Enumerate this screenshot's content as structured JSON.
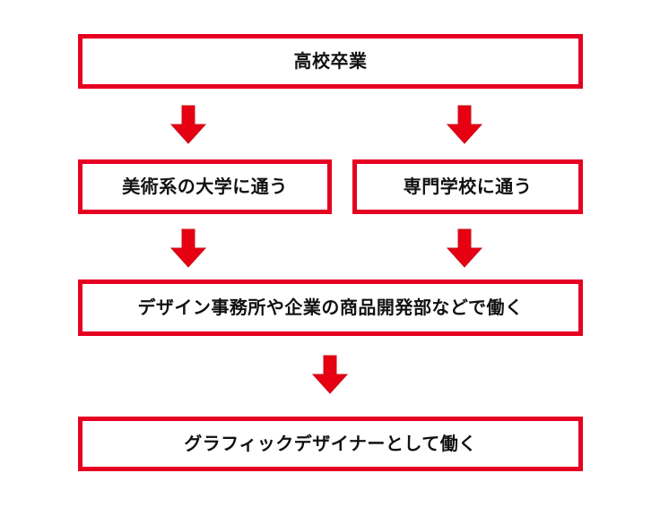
{
  "colors": {
    "page_background": "#ffffff",
    "box_background": "#ffffff",
    "box_border": "#e60021",
    "arrow_fill": "#e60012",
    "arrow_outline": "#c8121c",
    "text": "#111111"
  },
  "flowchart": {
    "nodes": [
      {
        "id": "highschool-graduation",
        "label": "高校卒業"
      },
      {
        "id": "art-university",
        "label": "美術系の大学に通う"
      },
      {
        "id": "vocational-school",
        "label": "専門学校に通う"
      },
      {
        "id": "design-office-work",
        "label": "デザイン事務所や企業の商品開発部などで働く"
      },
      {
        "id": "graphic-designer-work",
        "label": "グラフィックデザイナーとして働く"
      }
    ],
    "edges": [
      {
        "from": "highschool-graduation",
        "to": "art-university"
      },
      {
        "from": "highschool-graduation",
        "to": "vocational-school"
      },
      {
        "from": "art-university",
        "to": "design-office-work"
      },
      {
        "from": "vocational-school",
        "to": "design-office-work"
      },
      {
        "from": "design-office-work",
        "to": "graphic-designer-work"
      }
    ]
  }
}
